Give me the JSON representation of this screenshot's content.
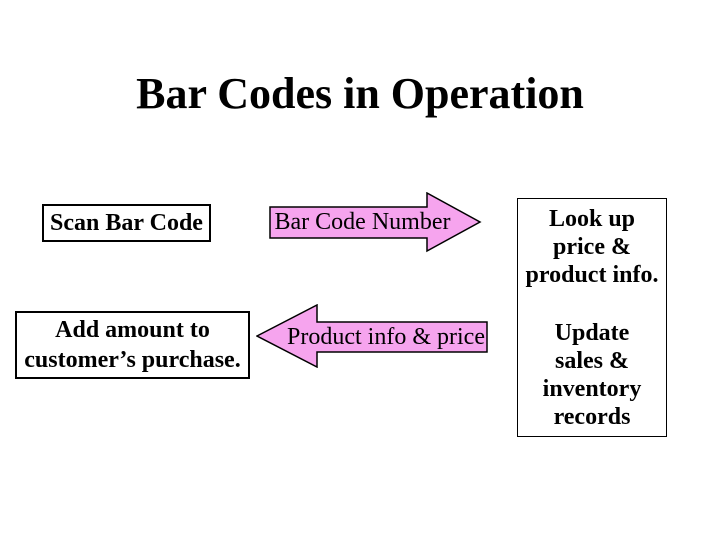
{
  "slide": {
    "title": "Bar Codes in Operation"
  },
  "colors": {
    "background": "#FFFFFF",
    "ink": "#000000",
    "arrow_fill": "#F6A4EE"
  },
  "flow": {
    "scan_box": {
      "label": "Scan Bar Code"
    },
    "right_arrow": {
      "label": "Bar Code Number",
      "direction": "right"
    },
    "add_box": {
      "lines": [
        "Add amount to",
        "customer’s purchase."
      ]
    },
    "left_arrow": {
      "label": "Product info & price",
      "direction": "left"
    },
    "computer_box": {
      "top_lines": [
        "Look up",
        "price &",
        "product info."
      ],
      "bottom_lines": [
        "Update",
        "sales &",
        "inventory",
        "records"
      ]
    }
  }
}
